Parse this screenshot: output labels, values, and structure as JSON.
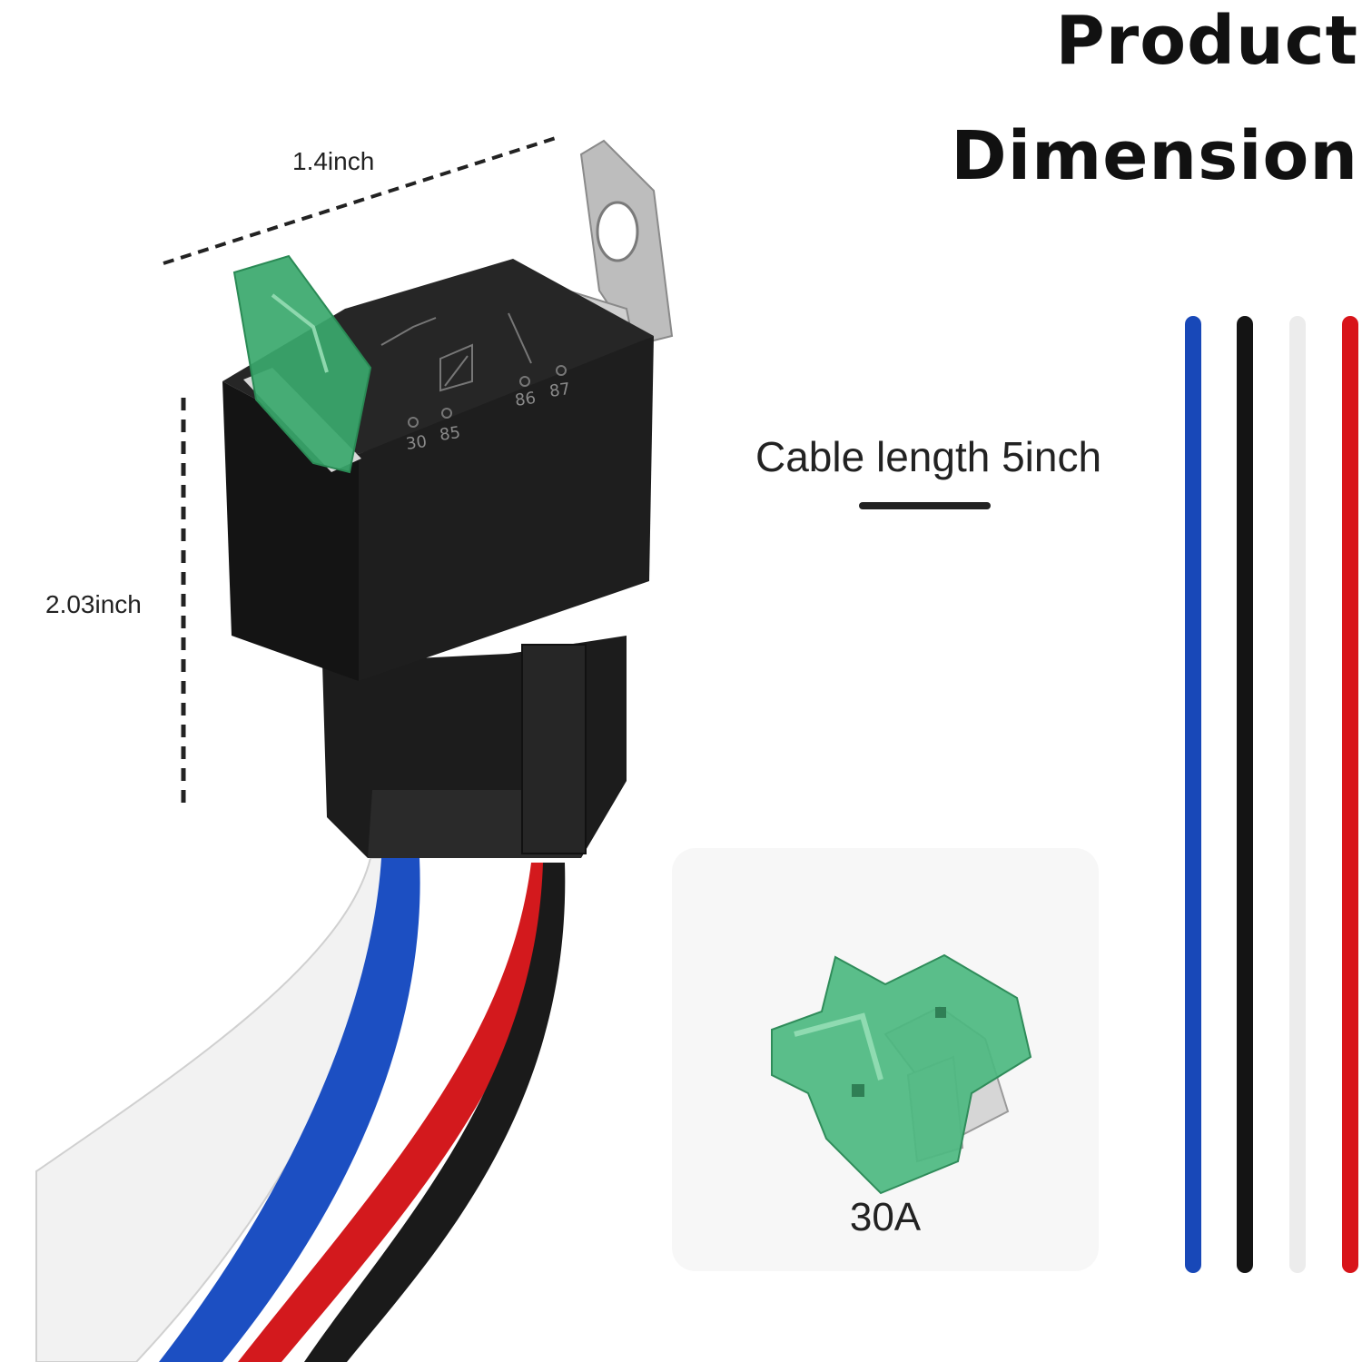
{
  "title": {
    "line1": "Product",
    "line2": "Dimension"
  },
  "dimensions": {
    "width_label": "1.4inch",
    "height_label": "2.03inch"
  },
  "cable": {
    "label": "Cable length 5inch"
  },
  "fuse": {
    "label": "30A"
  },
  "relay": {
    "pins": [
      "30",
      "85",
      "86",
      "87"
    ]
  },
  "wire_colors": [
    "#1848b8",
    "#141414",
    "#ececec",
    "#d8141a"
  ]
}
